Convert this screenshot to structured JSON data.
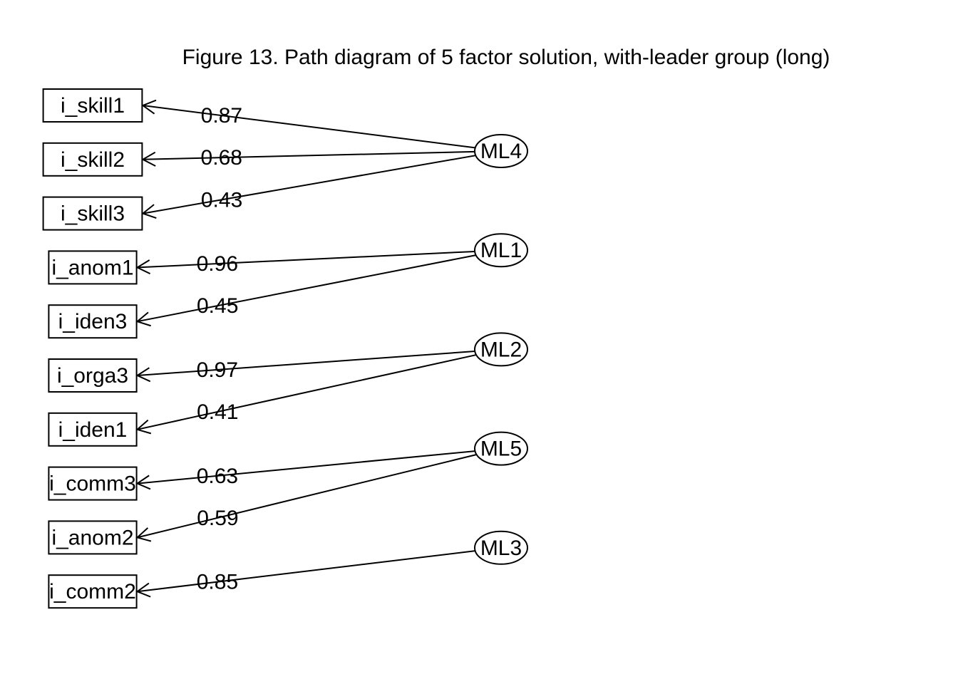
{
  "title": "Figure 13. Path diagram of 5 factor solution, with-leader group (long)",
  "colors": {
    "stroke": "#000000",
    "background": "#ffffff"
  },
  "factors": [
    "ML4",
    "ML1",
    "ML2",
    "ML5",
    "ML3"
  ],
  "items": [
    "i_skill1",
    "i_skill2",
    "i_skill3",
    "i_anom1",
    "i_iden3",
    "i_orga3",
    "i_iden1",
    "i_comm3",
    "i_anom2",
    "i_comm2"
  ],
  "loadings": [
    {
      "factor": "ML4",
      "item": "i_skill1",
      "value": "0.87"
    },
    {
      "factor": "ML4",
      "item": "i_skill2",
      "value": "0.68"
    },
    {
      "factor": "ML4",
      "item": "i_skill3",
      "value": "0.43"
    },
    {
      "factor": "ML1",
      "item": "i_anom1",
      "value": "0.96"
    },
    {
      "factor": "ML1",
      "item": "i_iden3",
      "value": "0.45"
    },
    {
      "factor": "ML2",
      "item": "i_orga3",
      "value": "0.97"
    },
    {
      "factor": "ML2",
      "item": "i_iden1",
      "value": "0.41"
    },
    {
      "factor": "ML5",
      "item": "i_comm3",
      "value": "0.63"
    },
    {
      "factor": "ML5",
      "item": "i_anom2",
      "value": "0.59"
    },
    {
      "factor": "ML3",
      "item": "i_comm2",
      "value": "0.85"
    }
  ]
}
